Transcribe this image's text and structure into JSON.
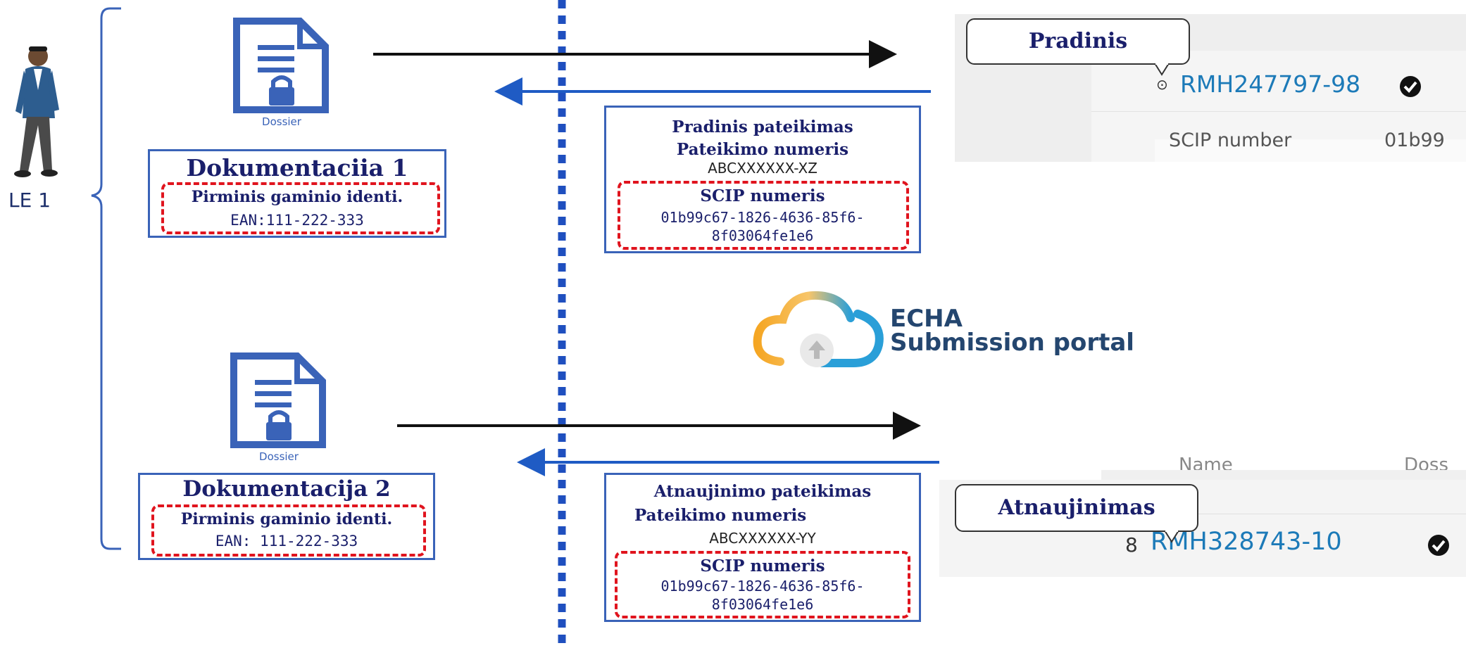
{
  "actor": {
    "label": "LE 1"
  },
  "dossier_top": {
    "icon_label": "Dossier"
  },
  "dossier_bottom": {
    "icon_label": "Dossier"
  },
  "doc1": {
    "title": "Dokumentaciia 1",
    "identifier_label": "Pirminis gaminio identi.",
    "ean": "EAN:111-222-333"
  },
  "doc2": {
    "title": "Dokumentacija 2",
    "identifier_label": "Pirminis gaminio identi.",
    "ean": "EAN: 111-222-333"
  },
  "submission_initial": {
    "title": "Pradinis pateikimas",
    "number_label": "Pateikimo numeris",
    "number": "ABCXXXXXX-XZ",
    "scip_label": "SCIP numeris",
    "scip_line1": "01b99c67-1826-4636-85f6-",
    "scip_line2": "8f03064fe1e6"
  },
  "submission_update": {
    "title": "Atnaujinimo pateikimas",
    "number_label": "Pateikimo numeris",
    "number": "ABCXXXXXX-YY",
    "scip_label": "SCIP numeris",
    "scip_line1": "01b99c67-1826-4636-85f6-",
    "scip_line2": "8f03064fe1e6"
  },
  "portal": {
    "name_line1": "ECHA",
    "name_line2": "Submission portal"
  },
  "screenshot_top": {
    "callout": "Pradinis",
    "record_id": "RMH247797-98",
    "field_label": "SCIP number",
    "field_value": "01b99"
  },
  "screenshot_bottom": {
    "callout": "Atnaujinimas",
    "record_id": "RMH328743-10",
    "partial_text_left": "Name",
    "partial_text_right": "Doss"
  },
  "colors": {
    "box_border": "#3a63b8",
    "dashed": "#e0141e",
    "divider": "#1f4fbf",
    "arrow_out": "#111111",
    "arrow_back": "#1f5bc4",
    "link": "#1c7ab8"
  }
}
